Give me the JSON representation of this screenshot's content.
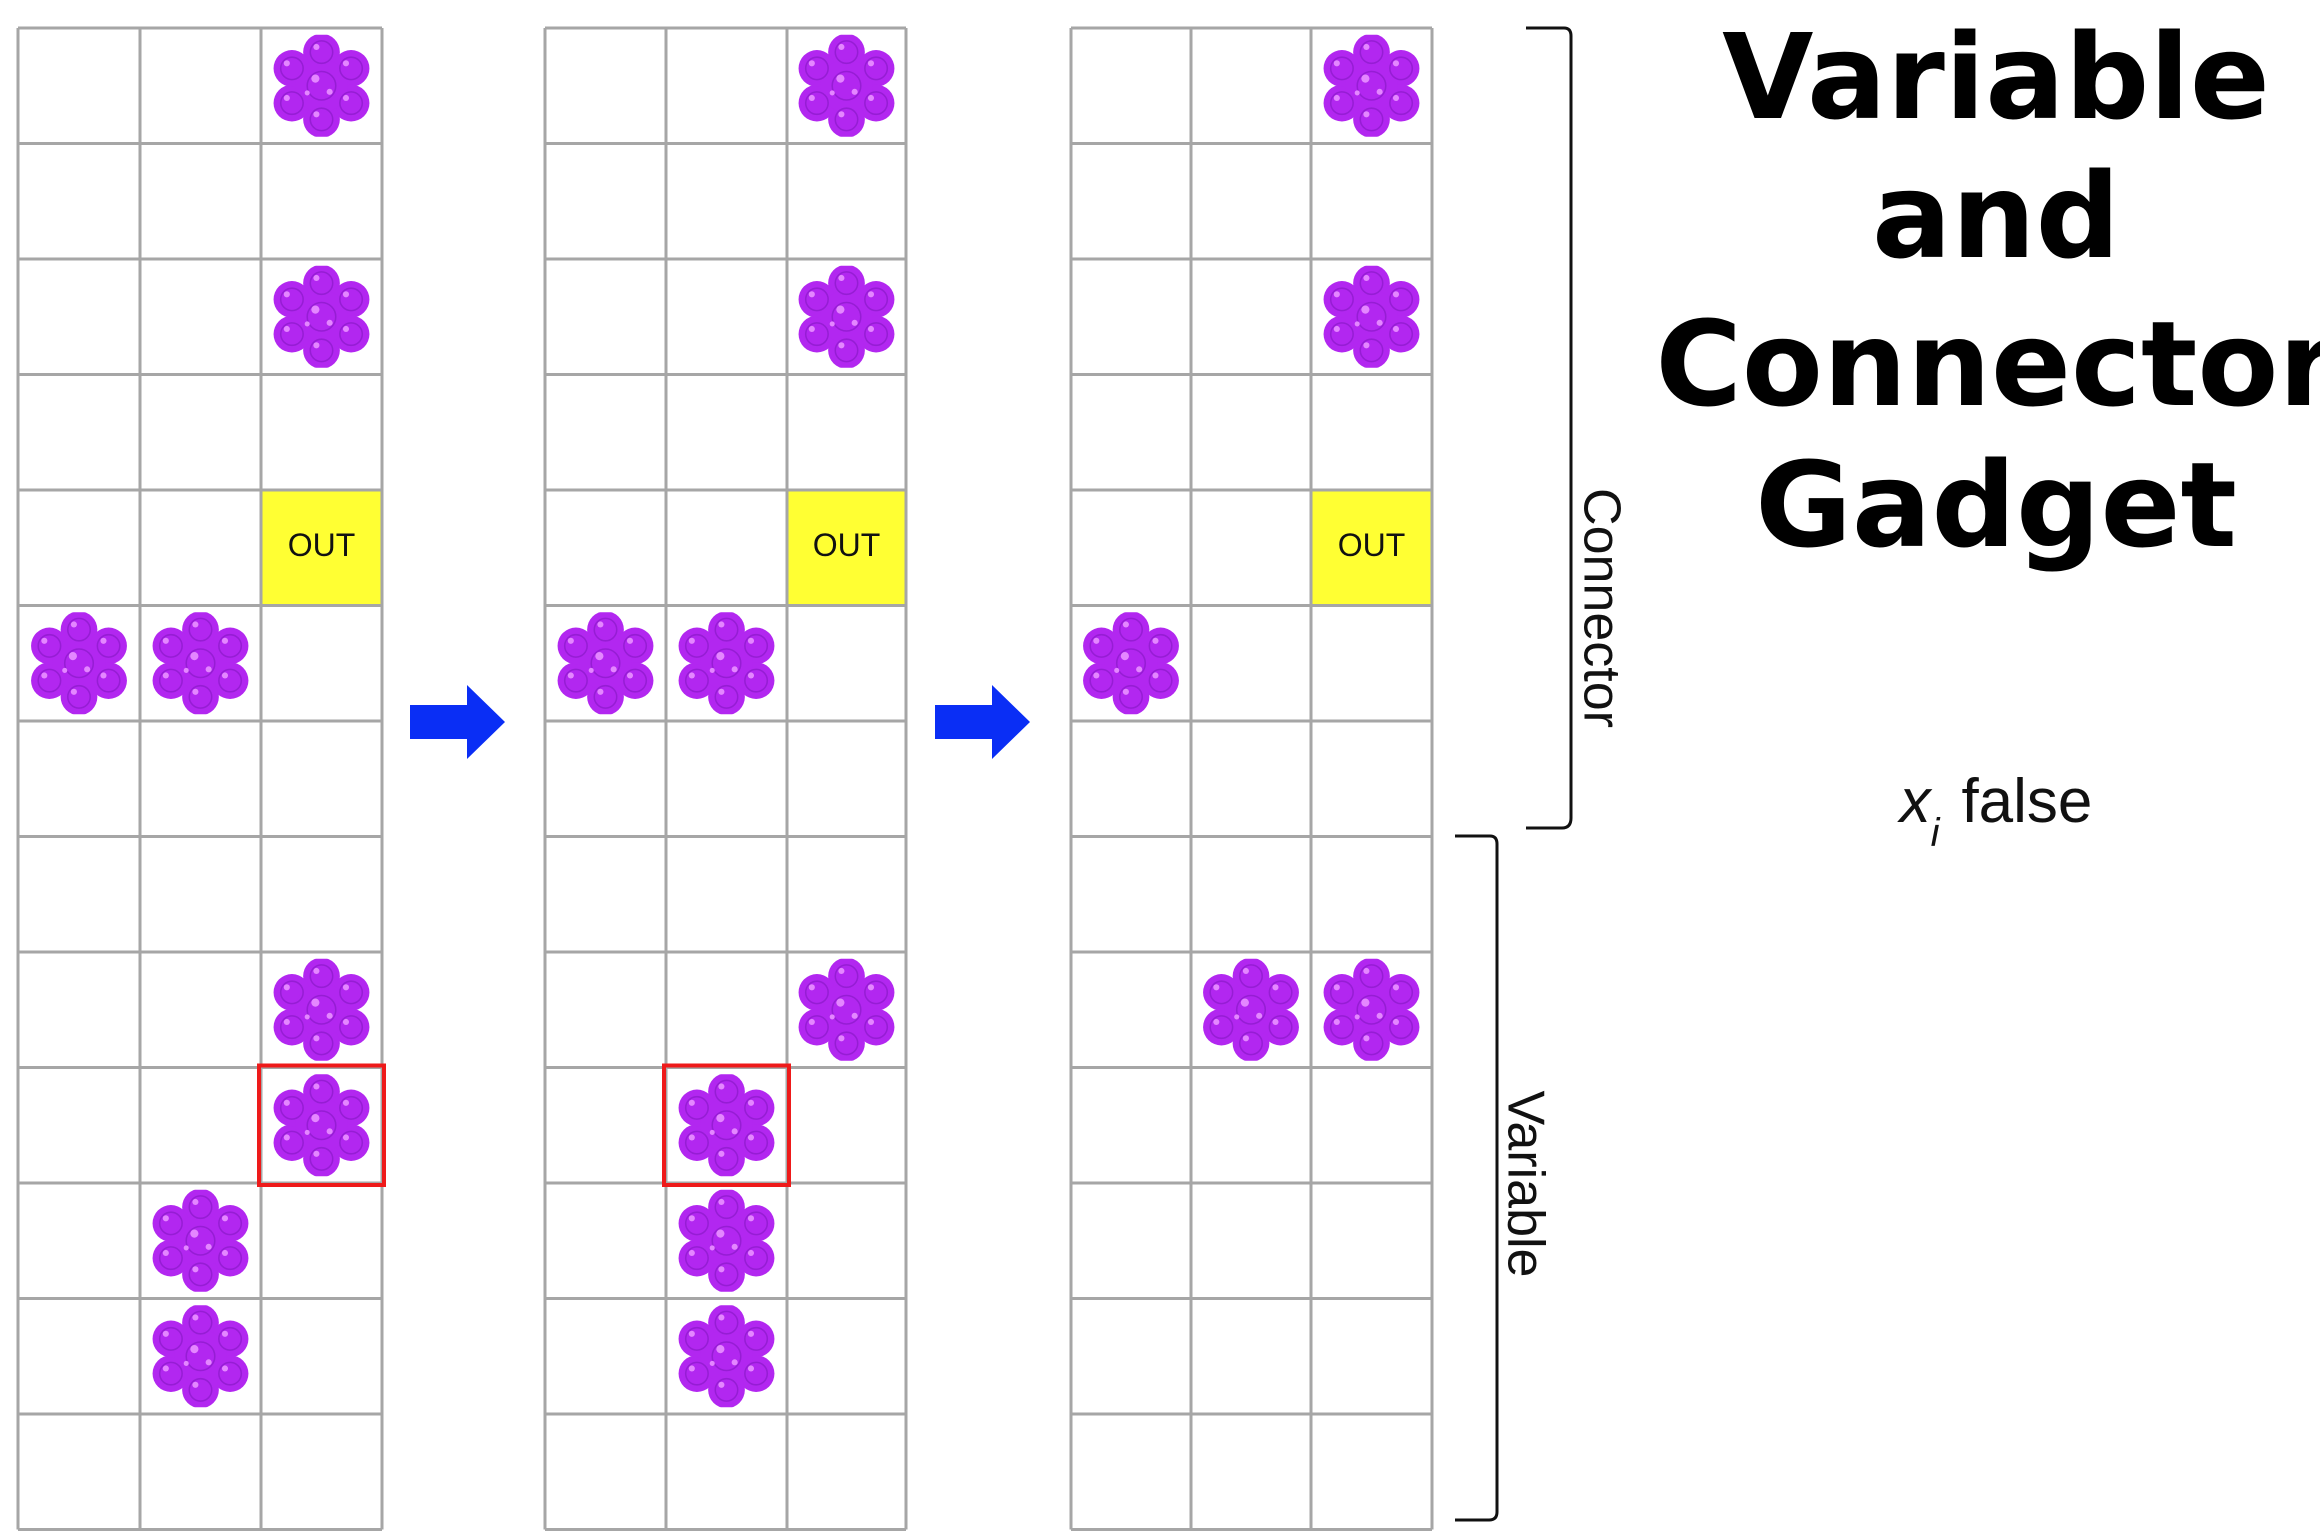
{
  "title": [
    "Variable",
    "and",
    "Connector",
    "Gadget"
  ],
  "caption": {
    "variable": "x",
    "subscript": "i",
    "text": "false"
  },
  "labels": {
    "connector": "Connector",
    "variable": "Variable",
    "out": "OUT"
  },
  "colors": {
    "candy": "#b227f0",
    "candy_light": "#e487ff",
    "candy_dark": "#8418c2",
    "arrow": "#0a2ef5",
    "out_cell": "#ffff33",
    "highlight": "#ee1a1a",
    "grid": "#a6a6a6"
  },
  "icons": {
    "piece": "candy-icon",
    "arrow": "right-arrow-icon"
  },
  "grid": {
    "rows": 13,
    "cols": 3
  },
  "panels": [
    {
      "out": [
        4,
        2
      ],
      "pieces": [
        [
          0,
          2
        ],
        [
          2,
          2
        ],
        [
          5,
          0
        ],
        [
          5,
          1
        ],
        [
          8,
          2
        ],
        [
          9,
          2
        ],
        [
          10,
          1
        ],
        [
          11,
          1
        ]
      ],
      "highlight": [
        9,
        2
      ]
    },
    {
      "out": [
        4,
        2
      ],
      "pieces": [
        [
          0,
          2
        ],
        [
          2,
          2
        ],
        [
          5,
          0
        ],
        [
          5,
          1
        ],
        [
          8,
          2
        ],
        [
          9,
          1
        ],
        [
          10,
          1
        ],
        [
          11,
          1
        ]
      ],
      "highlight": [
        9,
        1
      ]
    },
    {
      "out": [
        4,
        2
      ],
      "pieces": [
        [
          0,
          2
        ],
        [
          2,
          2
        ],
        [
          5,
          0
        ],
        [
          8,
          1
        ],
        [
          8,
          2
        ]
      ],
      "highlight": null
    }
  ]
}
